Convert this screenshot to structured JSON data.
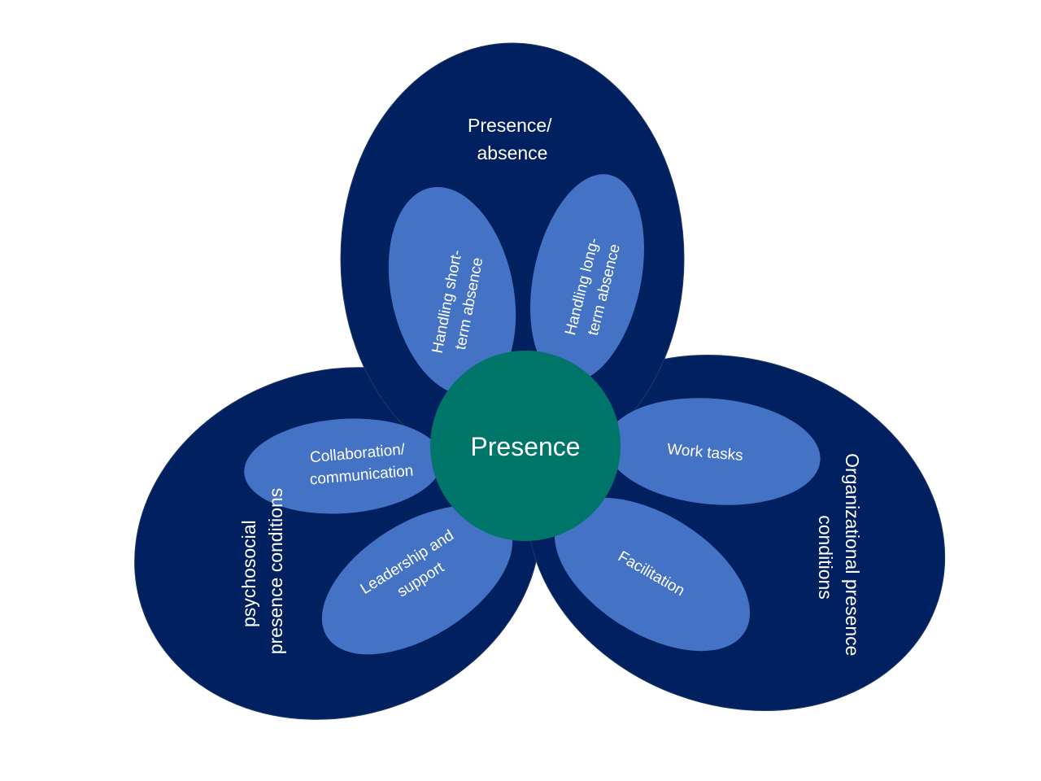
{
  "colors": {
    "background": "#ffffff",
    "lobe_fill": "#002060",
    "petal_fill": "#4472C4",
    "center_fill": "#00756A",
    "text": "#ffffff"
  },
  "center": {
    "label": "Presence"
  },
  "lobes": {
    "top": {
      "line1": "Presence/",
      "line2": "absence"
    },
    "left": {
      "line1": "psychosocial",
      "line2": "presence conditions"
    },
    "right": {
      "line1": "Organizational presence",
      "line2": "conditions"
    }
  },
  "petals": {
    "short_term": {
      "line1": "Handling short-",
      "line2": "term absence"
    },
    "long_term": {
      "line1": "Handling long-",
      "line2": "term absence"
    },
    "collaboration": {
      "line1": "Collaboration/",
      "line2": "communication"
    },
    "leadership": {
      "line1": "Leadership and",
      "line2": "support"
    },
    "work_tasks": {
      "line1": "Work tasks"
    },
    "facilitation": {
      "line1": "Facilitation"
    }
  }
}
